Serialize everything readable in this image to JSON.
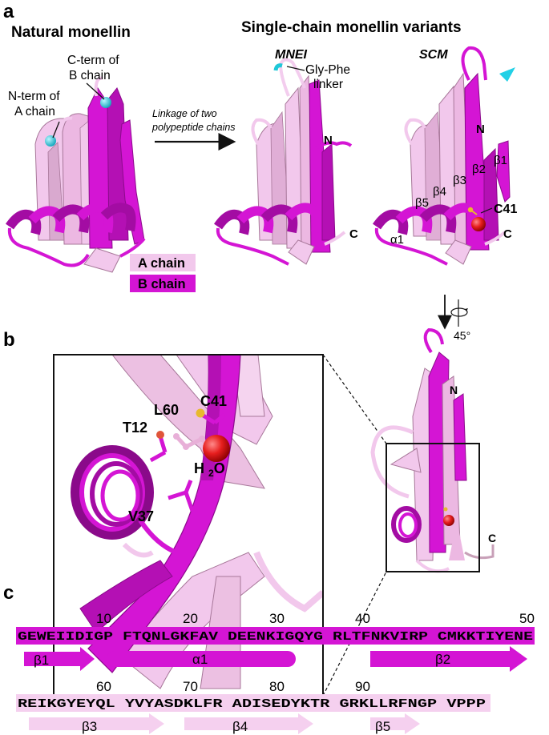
{
  "panels": {
    "a": {
      "letter": "a",
      "left_title": "Natural monellin",
      "right_title": "Single-chain monellin variants",
      "variant_mnei": "MNEI",
      "variant_scm": "SCM",
      "label_cterm_b": [
        "C-term of",
        "B chain"
      ],
      "label_nterm_a": [
        "N-term of",
        "A chain"
      ],
      "arrow_label": [
        "Linkage of two",
        "polypeptide chains"
      ],
      "gly_phe": [
        "Gly-Phe",
        "linker"
      ],
      "mnei_n": "N",
      "mnei_c": "C",
      "scm_n": "N",
      "scm_c": "C",
      "scm_c41": "C41",
      "strand_labels": [
        "β5",
        "β4",
        "β3",
        "β2",
        "β1"
      ],
      "helix_label": "α1",
      "rotation": "45°"
    },
    "legend": {
      "a_chain": "A chain",
      "b_chain": "B chain"
    },
    "b": {
      "letter": "b",
      "residues": {
        "l60": "L60",
        "c41": "C41",
        "t12": "T12",
        "water": "H2O",
        "v37": "V37"
      },
      "small_n": "N",
      "small_c": "C"
    },
    "c": {
      "letter": "c",
      "row1": {
        "numbers": [
          "10",
          "20",
          "30",
          "40",
          "50"
        ],
        "sequence": "GEWEIIDIGP FTQNLGKFAV DEENKIGQYG RLTFNKVIRP CMKKTIYENE",
        "elements": [
          "β1",
          "α1",
          "β2"
        ]
      },
      "row2": {
        "numbers": [
          "60",
          "70",
          "80",
          "90"
        ],
        "sequence": "REIKGYEYQL YVYASDKLFR ADISEDYKTR GRKLLRFNGP VPPP",
        "elements": [
          "β3",
          "β4",
          "β5"
        ]
      }
    }
  },
  "colors": {
    "a_chain": "#f2c8ec",
    "b_chain": "#d415d4",
    "a_chain_dark": "#c894b8",
    "b_chain_dark": "#a30ca3",
    "oxygen": "#e61e1e",
    "sulfur": "#e8b92e",
    "terminus": "#1fc8d8",
    "arrowhead": "#22d0e6"
  }
}
